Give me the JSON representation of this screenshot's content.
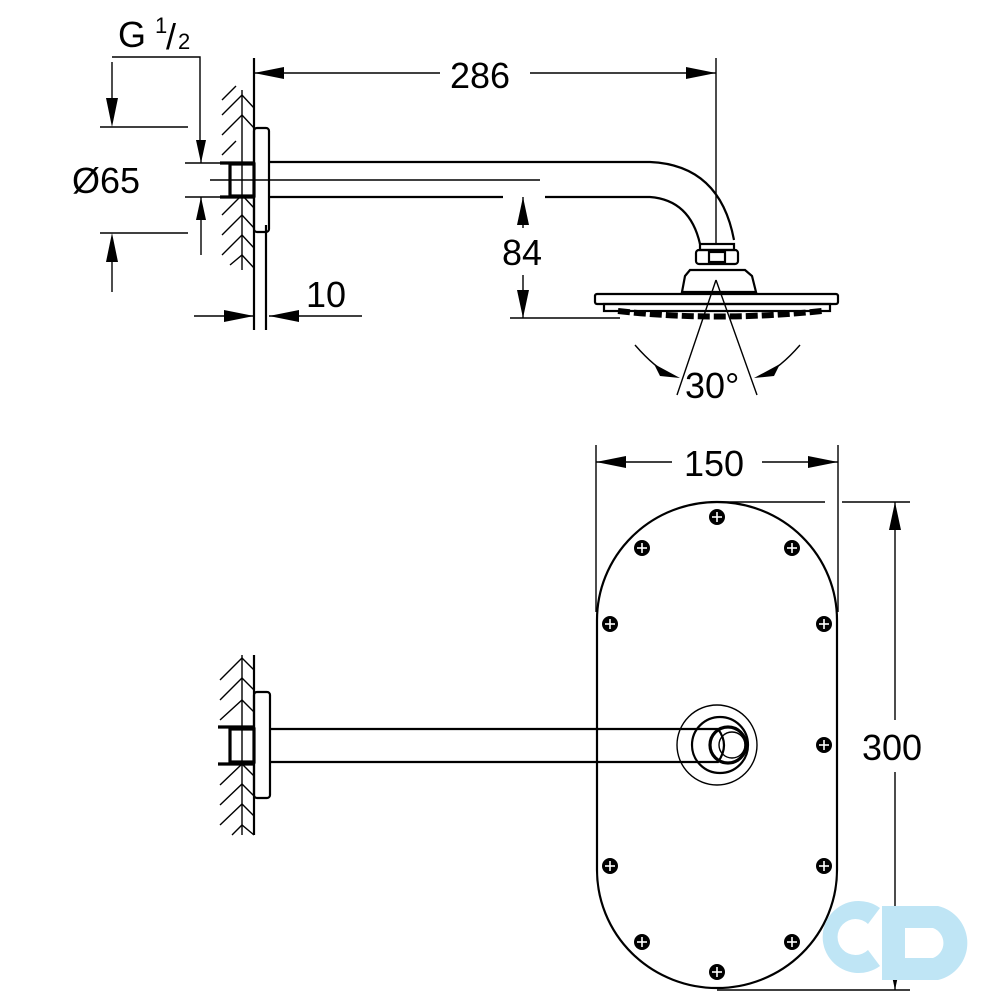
{
  "drawing": {
    "side_view": {
      "thread_label": "G",
      "thread_fraction_num": "1",
      "thread_fraction_den": "2",
      "thread_fraction_sep": "/",
      "flange_diameter": "Ø65",
      "arm_reach": "286",
      "drop_height": "84",
      "flange_depth": "10",
      "spray_angle": "30°"
    },
    "top_view": {
      "head_width": "150",
      "head_length": "300",
      "nozzle_screw_count": 12
    }
  },
  "watermark": {
    "name": "cd-logo",
    "color": "#bfe5f5"
  }
}
